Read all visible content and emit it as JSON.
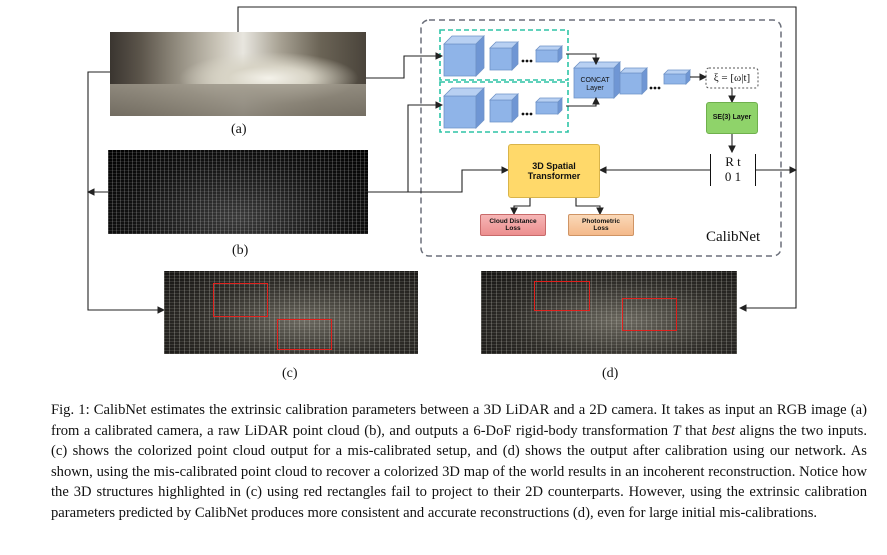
{
  "panels": {
    "a": "(a)",
    "b": "(b)",
    "c": "(c)",
    "d": "(d)"
  },
  "network": {
    "concat_line1": "CONCAT",
    "concat_line2": "Layer",
    "xi_label": "ξ = [ω|t]",
    "se3_label": "SE(3) Layer",
    "matrix_row1": "R  t",
    "matrix_row2": "0  1",
    "transformer_line1": "3D Spatial",
    "transformer_line2": "Transformer",
    "loss_cloud_line1": "Cloud Distance",
    "loss_cloud_line2": "Loss",
    "loss_photo_line1": "Photometric",
    "loss_photo_line2": "Loss",
    "dots": "....",
    "name": "CalibNet"
  },
  "caption": {
    "lead": "Fig. 1: CalibNet estimates the extrinsic calibration parameters between a 3D LiDAR and a 2D camera. It takes as input an RGB image (a) from a calibrated camera, a raw LiDAR point cloud (b), and outputs a 6-DoF rigid-body transformation ",
    "var_T": "T",
    "mid": " that ",
    "emph": "best",
    "rest": " aligns the two inputs. (c) shows the colorized point cloud output for a mis-calibrated setup, and (d) shows the output after calibration using our network. As shown, using the mis-calibrated point cloud to recover a colorized 3D map of the world results in an incoherent reconstruction. Notice how the 3D structures highlighted in (c) using red rectangles fail to project to their 2D counterparts. However, using the extrinsic calibration parameters predicted by CalibNet produces more consistent and accurate reconstructions (d), even for large initial mis-calibrations."
  },
  "colors": {
    "block_blue": "#8fb4e8",
    "dashed_frame": "#6b6f7a",
    "teal_dashed": "#2ec4a6",
    "se3_green": "#8fd36a",
    "transformer_yellow": "#ffd96a",
    "loss_red": "#f2a0a0",
    "loss_orange": "#f7c9a0",
    "highlight_red": "#e0201c"
  }
}
